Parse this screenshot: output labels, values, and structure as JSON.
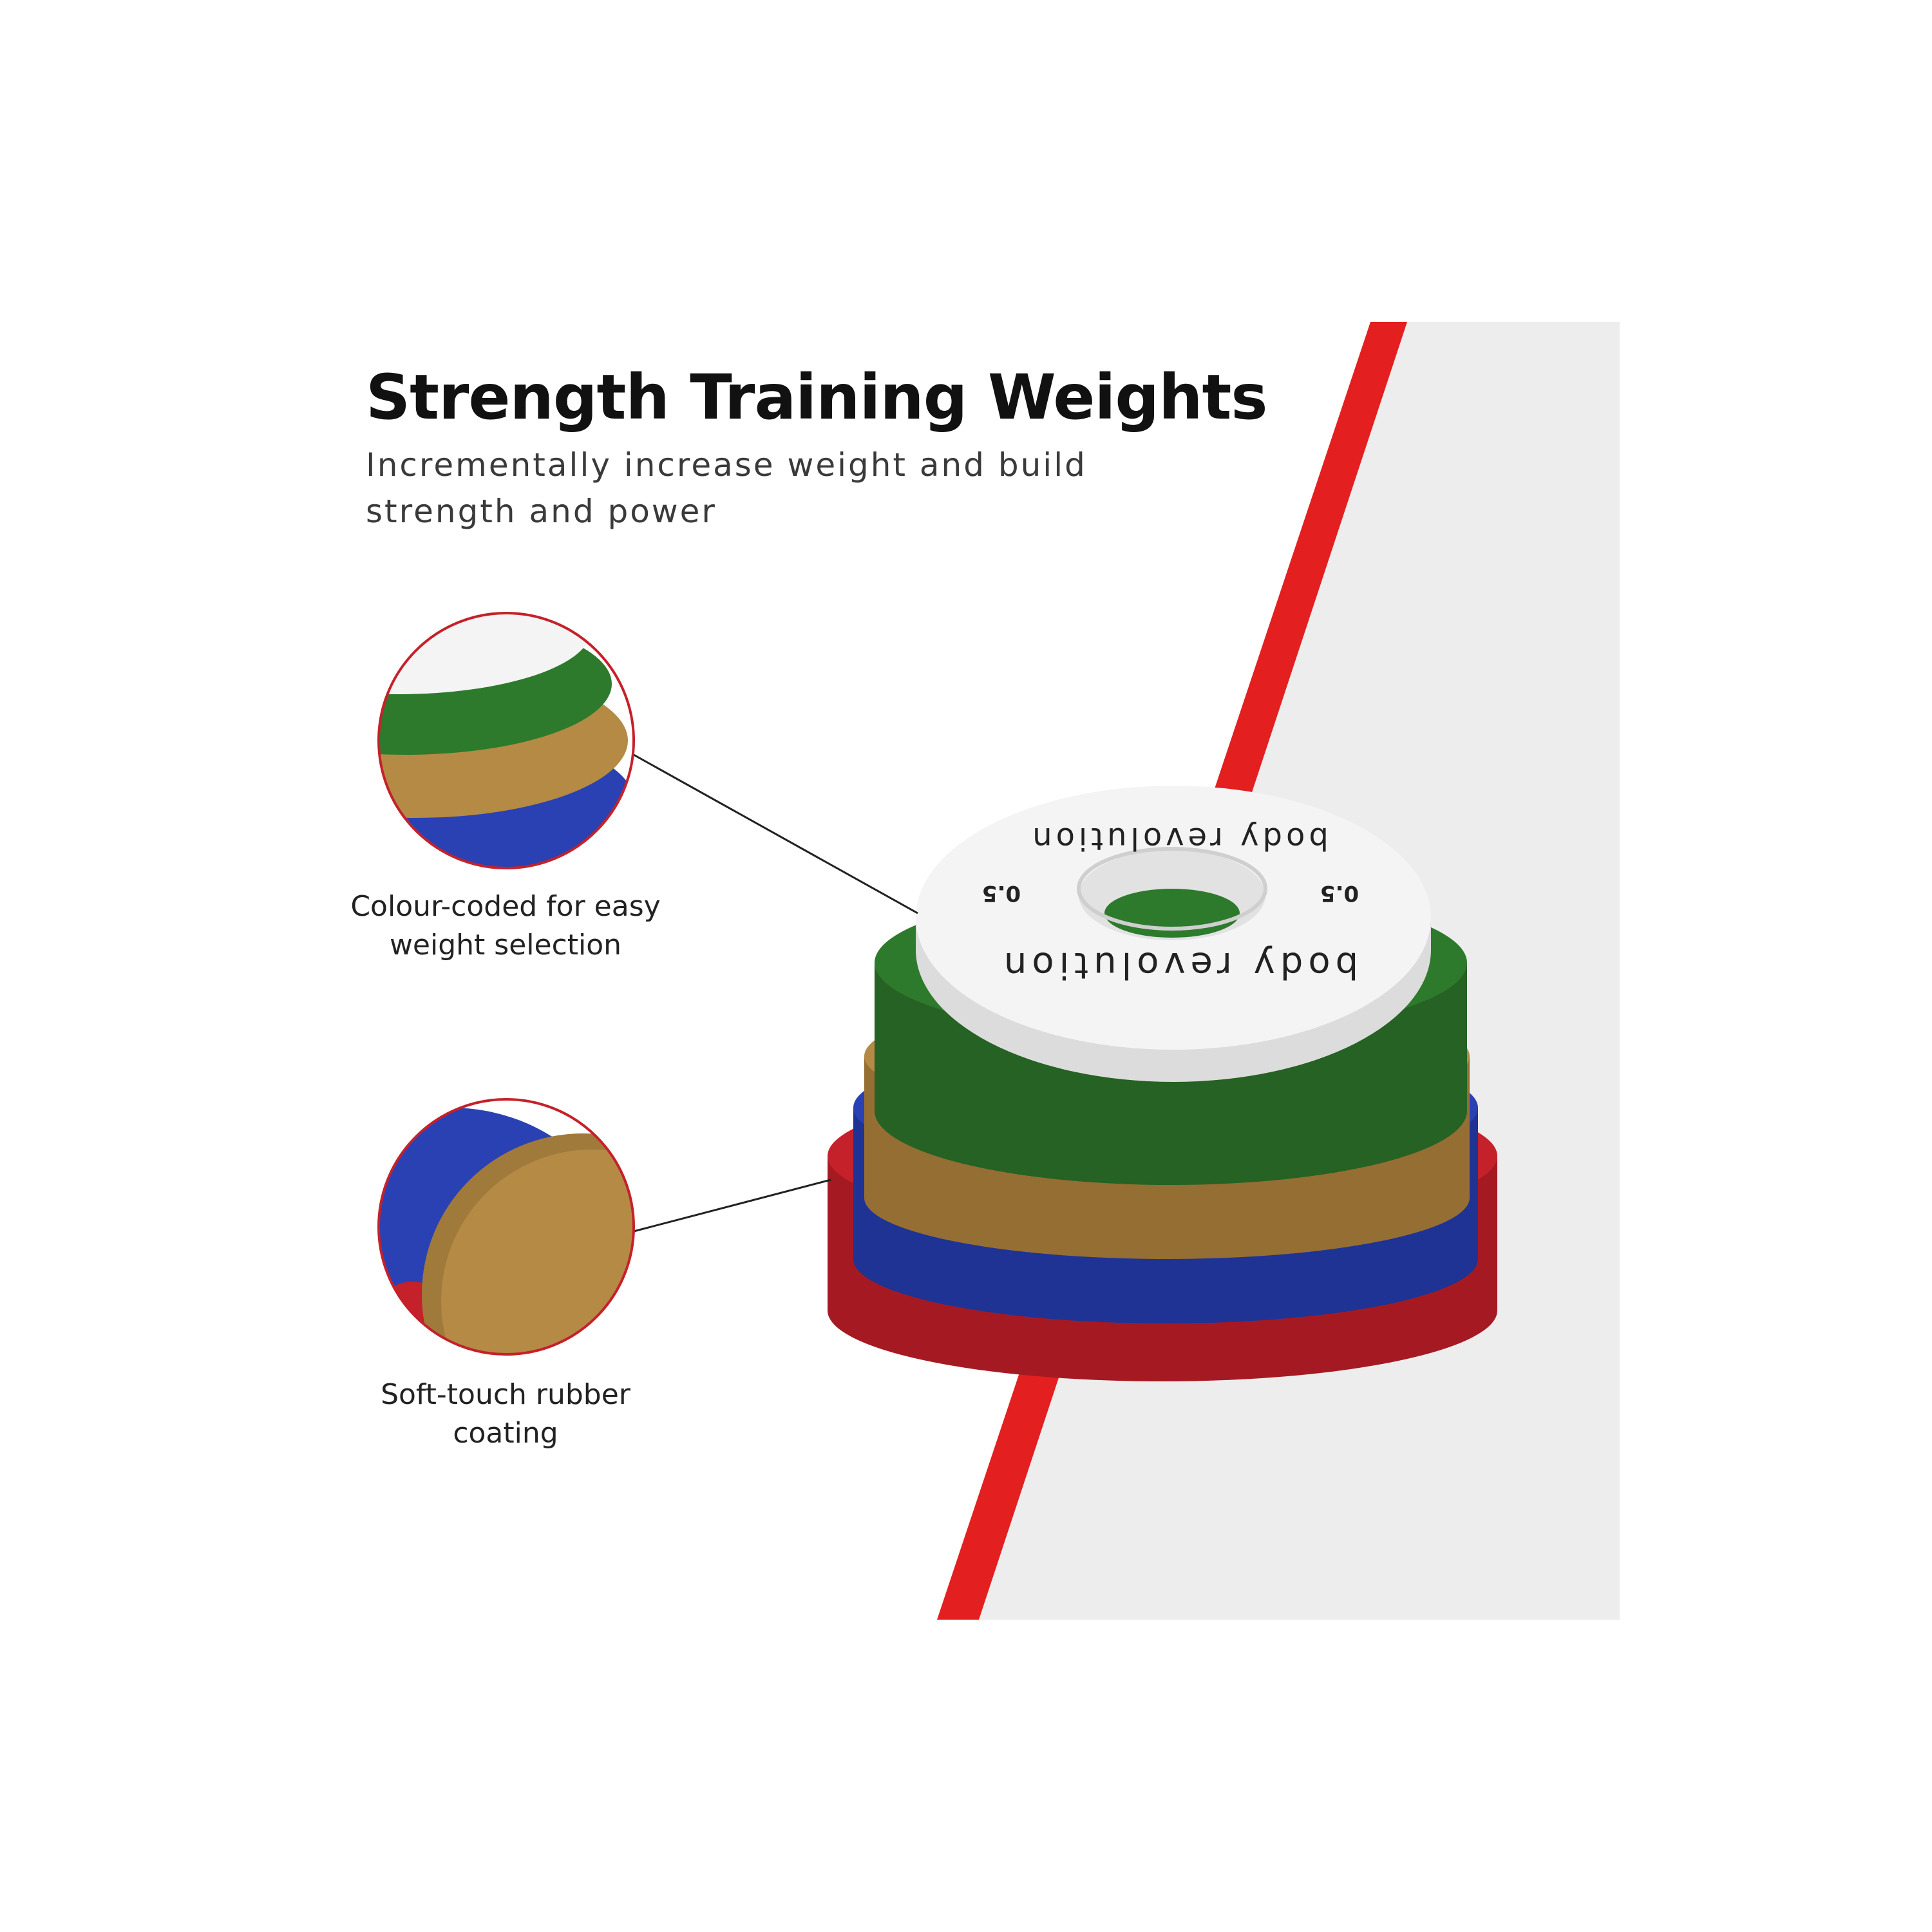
{
  "title": "Strength Training Weights",
  "subtitle": "Incrementally increase weight and build strength and power",
  "features": [
    {
      "label": "Colour-coded for easy weight selection"
    },
    {
      "label": "Soft-touch rubber coating"
    }
  ],
  "product": {
    "brand_mark": "body revolution",
    "top_plate_weight": "0.5"
  },
  "colors": {
    "accent_red": "#e41f1f",
    "panel_grey": "#ededed",
    "plate_white": "#f4f4f4",
    "plate_green": "#2e7a2c",
    "plate_tan": "#b58a45",
    "plate_blue": "#2a41b3",
    "plate_red": "#c5212a"
  }
}
